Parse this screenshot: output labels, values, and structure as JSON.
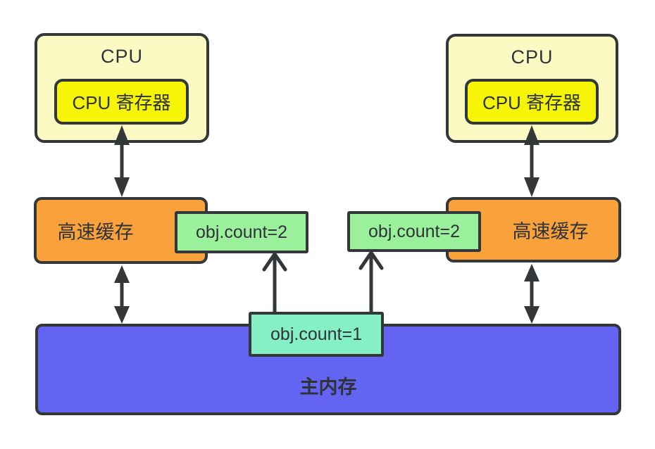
{
  "colors": {
    "background": "#FFFFFF",
    "cpu_box": "#FAFAC2",
    "register_box": "#F5F505",
    "cache_box": "#F9A23C",
    "cache_value_box": "#9BF09B",
    "memory_value_box": "#85EFC5",
    "memory_box": "#6464F2",
    "ink": "#33373A"
  },
  "left_cpu": {
    "label": "CPU",
    "register_label": "CPU 寄存器"
  },
  "right_cpu": {
    "label": "CPU",
    "register_label": "CPU 寄存器"
  },
  "left_cache": {
    "label": "高速缓存",
    "value": "obj.count=2"
  },
  "right_cache": {
    "label": "高速缓存",
    "value": "obj.count=2"
  },
  "main_memory": {
    "label": "主内存",
    "value": "obj.count=1"
  }
}
